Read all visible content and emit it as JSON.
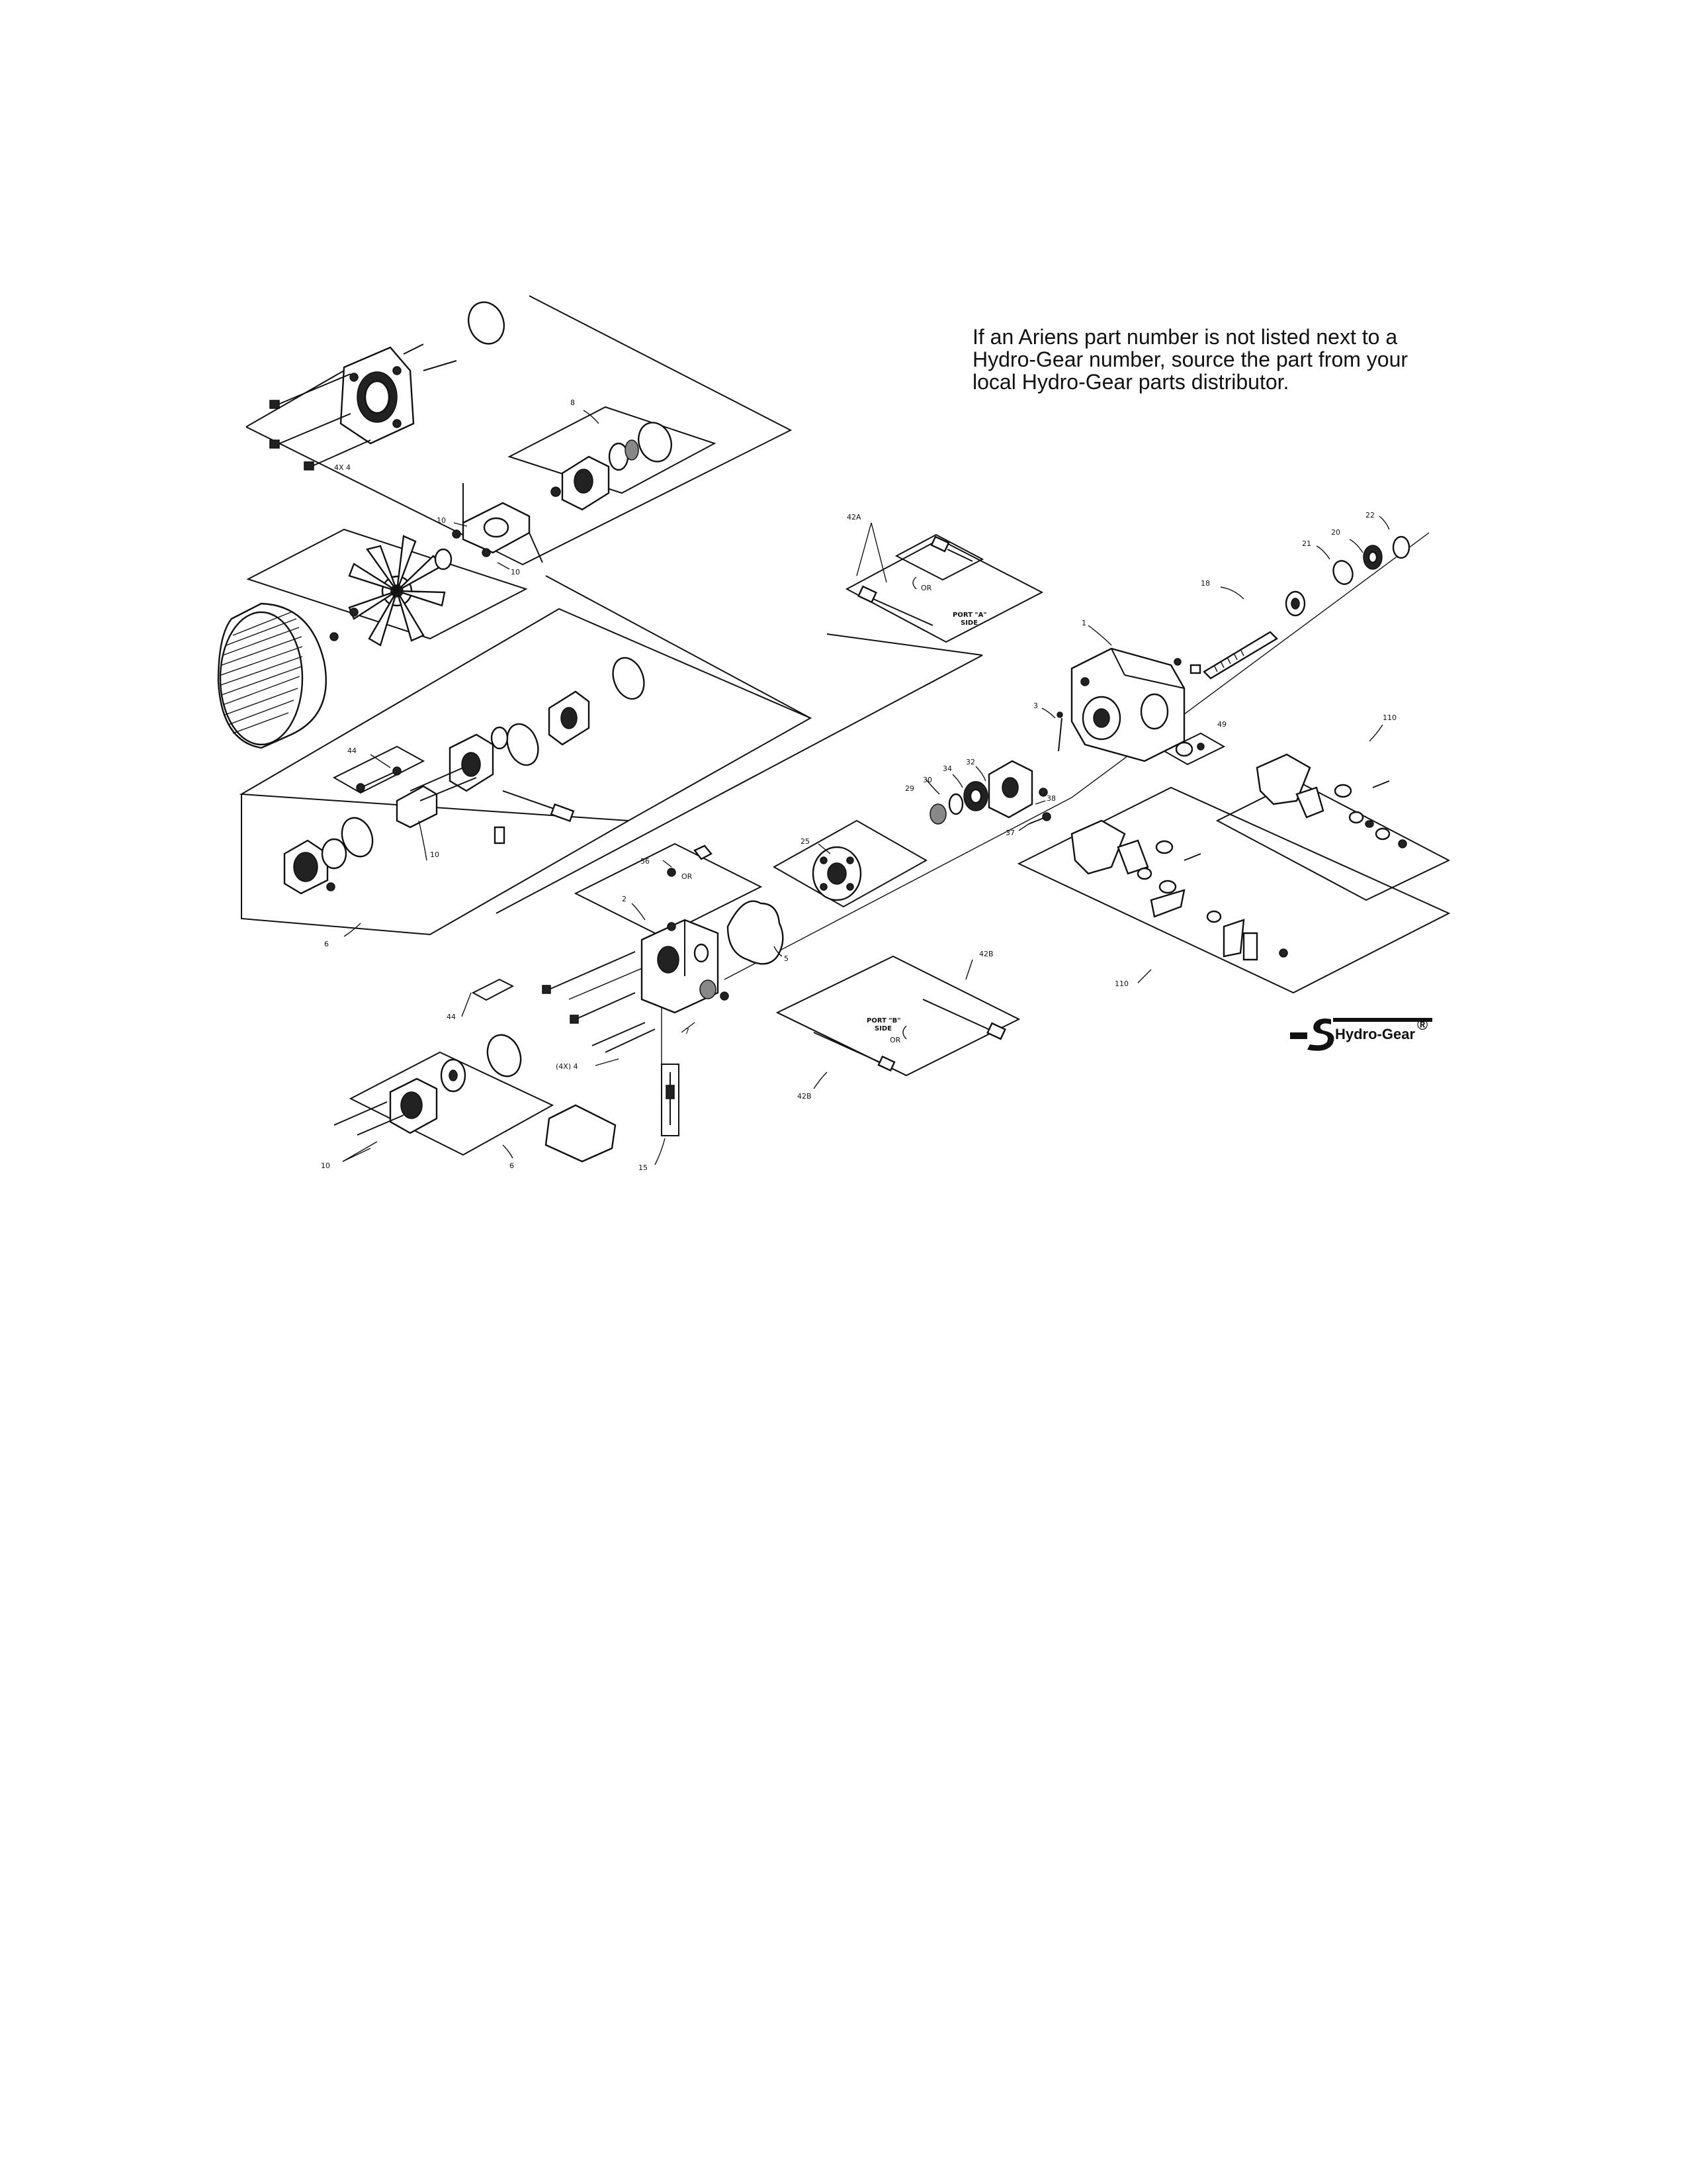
{
  "note": {
    "line1": "If an Ariens part number is not listed next to a",
    "line2": "Hydro-Gear number, source the part from your",
    "line3": "local Hydro-Gear parts distributor."
  },
  "brand": {
    "name": "Hydro-Gear",
    "mark": "®"
  },
  "callouts": {
    "c_4x4_top": "4X 4",
    "c_8": "8",
    "c_10_a": "10",
    "c_10_b": "10",
    "c_42a": "42A",
    "c_port_a": "PORT \"A\"",
    "c_side_a": "SIDE",
    "c_or_a": "OR",
    "c_18": "18",
    "c_20": "20",
    "c_21": "21",
    "c_22": "22",
    "c_1": "1",
    "c_3": "3",
    "c_49": "49",
    "c_110_a": "110",
    "c_44_a": "44",
    "c_10_c": "10",
    "c_32": "32",
    "c_34": "34",
    "c_30": "30",
    "c_29": "29",
    "c_38": "38",
    "c_37": "37",
    "c_25": "25",
    "c_56": "56",
    "c_or_b": "OR",
    "c_2": "2",
    "c_5": "5",
    "c_6_a": "6",
    "c_44_b": "44",
    "c_42b_a": "42B",
    "c_port_b": "PORT \"B\"",
    "c_side_b": "SIDE",
    "c_or_c": "OR",
    "c_42b_b": "42B",
    "c_110_b": "110",
    "c_4x_4": "(4X) 4",
    "c_7": "7",
    "c_10_d": "10",
    "c_6_b": "6",
    "c_15": "15"
  }
}
